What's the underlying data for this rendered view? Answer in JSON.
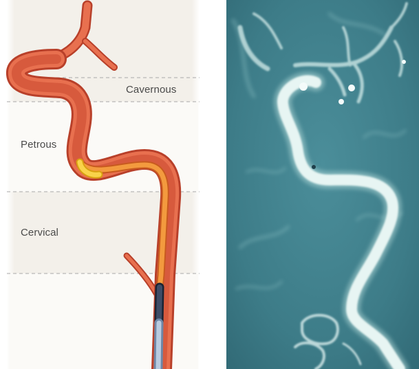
{
  "illustration": {
    "segments": [
      {
        "key": "cavernous",
        "label": "Cavernous"
      },
      {
        "key": "petrous",
        "label": "Petrous"
      },
      {
        "key": "cervical",
        "label": "Cervical"
      }
    ],
    "colors": {
      "background": "#f4f1ec",
      "band": "#fbfaf7",
      "artery_outer": "#e8704f",
      "artery_dark": "#b8402a",
      "catheter_orange": "#f08a2a",
      "catheter_tip": "#f7c531",
      "guide_sheath": "#2f3e55",
      "guide_light": "#9fb4cc"
    }
  },
  "angiogram": {
    "colors": {
      "background": "#3f7f8c",
      "vessel": "#e6f4f2"
    }
  }
}
